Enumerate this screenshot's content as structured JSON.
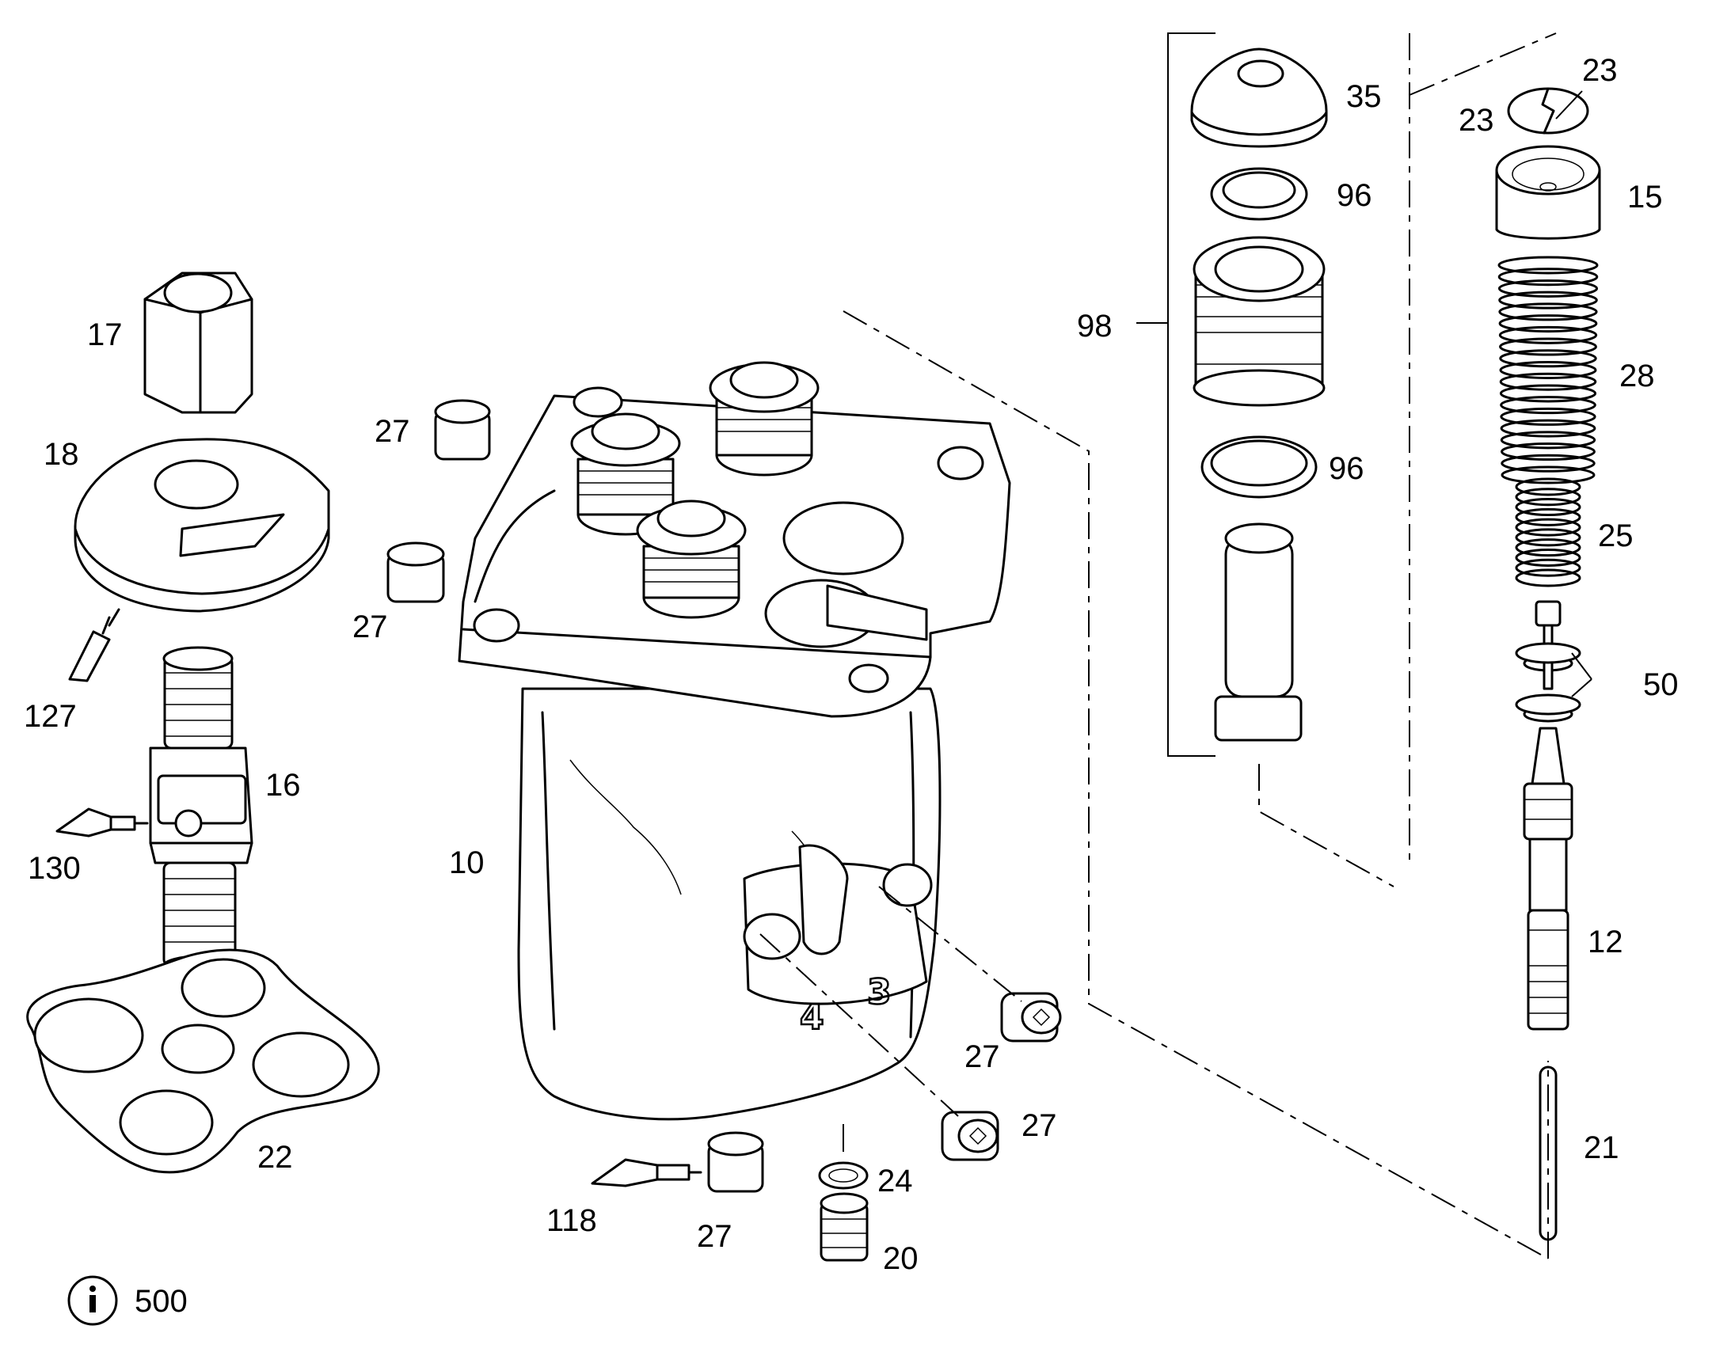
{
  "callouts": [
    {
      "id": "c17",
      "text": "17"
    },
    {
      "id": "c18",
      "text": "18"
    },
    {
      "id": "c127",
      "text": "127"
    },
    {
      "id": "c16",
      "text": "16"
    },
    {
      "id": "c130",
      "text": "130"
    },
    {
      "id": "c22",
      "text": "22"
    },
    {
      "id": "c27a",
      "text": "27"
    },
    {
      "id": "c27b",
      "text": "27"
    },
    {
      "id": "c10",
      "text": "10"
    },
    {
      "id": "c27c",
      "text": "27"
    },
    {
      "id": "c27d",
      "text": "27"
    },
    {
      "id": "c118",
      "text": "118"
    },
    {
      "id": "c27e",
      "text": "27"
    },
    {
      "id": "c24",
      "text": "24"
    },
    {
      "id": "c20",
      "text": "20"
    },
    {
      "id": "c35",
      "text": "35"
    },
    {
      "id": "c96a",
      "text": "96"
    },
    {
      "id": "c98",
      "text": "98"
    },
    {
      "id": "c96b",
      "text": "96"
    },
    {
      "id": "c23a",
      "text": "23"
    },
    {
      "id": "c23b",
      "text": "23"
    },
    {
      "id": "c15",
      "text": "15"
    },
    {
      "id": "c28",
      "text": "28"
    },
    {
      "id": "c25",
      "text": "25"
    },
    {
      "id": "c50",
      "text": "50"
    },
    {
      "id": "c12",
      "text": "12"
    },
    {
      "id": "c21",
      "text": "21"
    }
  ],
  "housing_marks": [
    "4",
    "3"
  ],
  "info": {
    "icon": "info-icon",
    "text": "500"
  }
}
